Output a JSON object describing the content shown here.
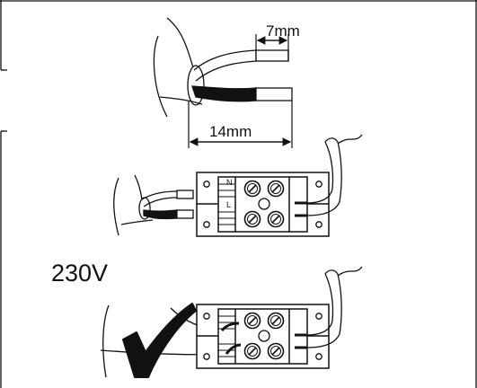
{
  "labels": {
    "strip_short": "7mm",
    "strip_long": "14mm",
    "voltage": "230V"
  },
  "terminal_letters": {
    "neutral": "N",
    "live": "L"
  },
  "colors": {
    "line": "#111111",
    "background": "#ffffff",
    "check_mark": "#111111"
  },
  "icons": {
    "check": "check-mark-icon",
    "screw": "screw-terminal-icon"
  }
}
